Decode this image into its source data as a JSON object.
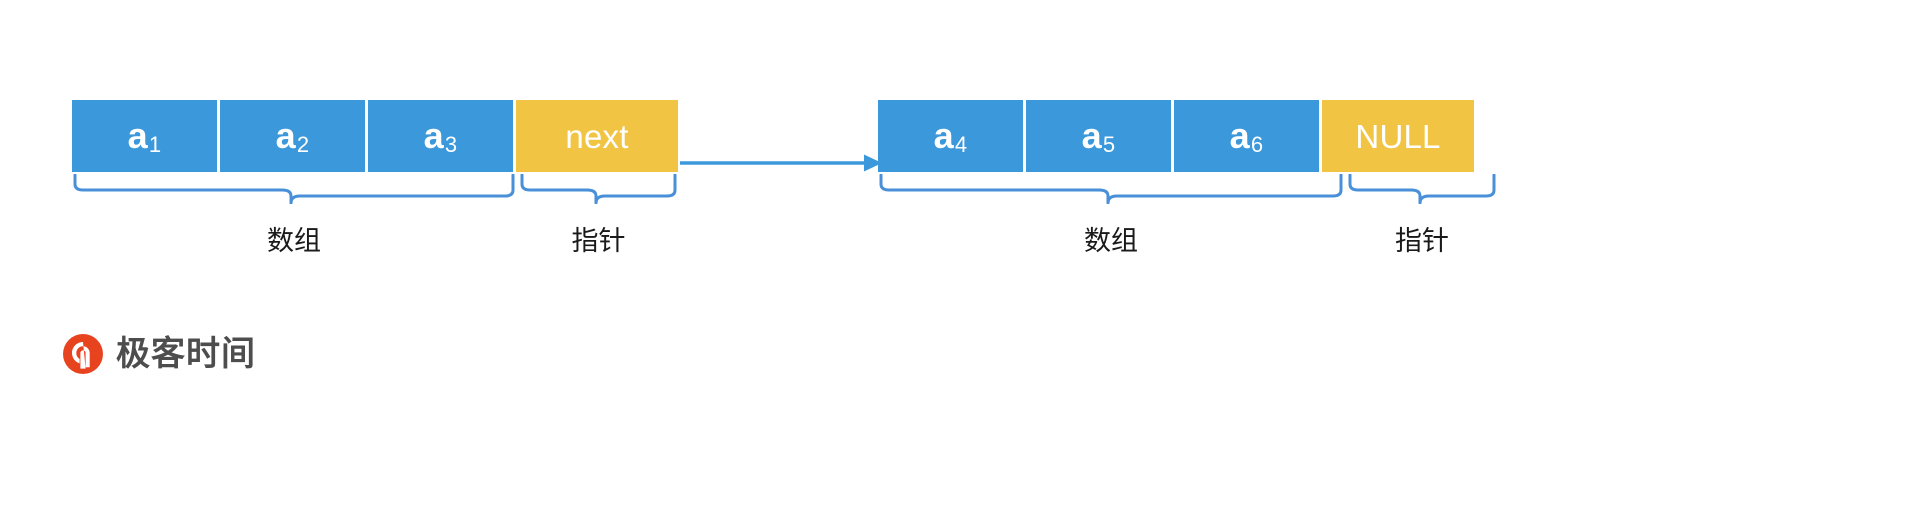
{
  "diagram": {
    "title": "Linked list of array blocks (array + pointer)",
    "colors": {
      "data_cell": "#3b98db",
      "pointer_cell": "#f1c543",
      "arrow": "#3b98db",
      "brace": "#4a90d9",
      "caption_text": "#1a1a1a",
      "background": "#ffffff",
      "logo_mark": "#e8431f",
      "logo_text": "#4d4d4d"
    },
    "nodes": [
      {
        "id": "node-1",
        "cells": [
          {
            "kind": "data",
            "base": "a",
            "sub": "1",
            "text": "a1"
          },
          {
            "kind": "data",
            "base": "a",
            "sub": "2",
            "text": "a2"
          },
          {
            "kind": "data",
            "base": "a",
            "sub": "3",
            "text": "a3"
          },
          {
            "kind": "pointer",
            "base": "next",
            "sub": "",
            "text": "next"
          }
        ],
        "captions": {
          "array": "数组",
          "pointer": "指针"
        }
      },
      {
        "id": "node-2",
        "cells": [
          {
            "kind": "data",
            "base": "a",
            "sub": "4",
            "text": "a4"
          },
          {
            "kind": "data",
            "base": "a",
            "sub": "5",
            "text": "a5"
          },
          {
            "kind": "data",
            "base": "a",
            "sub": "6",
            "text": "a6"
          },
          {
            "kind": "pointer",
            "base": "NULL",
            "sub": "",
            "text": "NULL"
          }
        ],
        "captions": {
          "array": "数组",
          "pointer": "指针"
        }
      }
    ],
    "link": {
      "from": "node-1.next",
      "to": "node-2",
      "style": "solid-arrow"
    }
  },
  "logo": {
    "text": "极客时间",
    "mark": "geekbang-logo-icon"
  }
}
